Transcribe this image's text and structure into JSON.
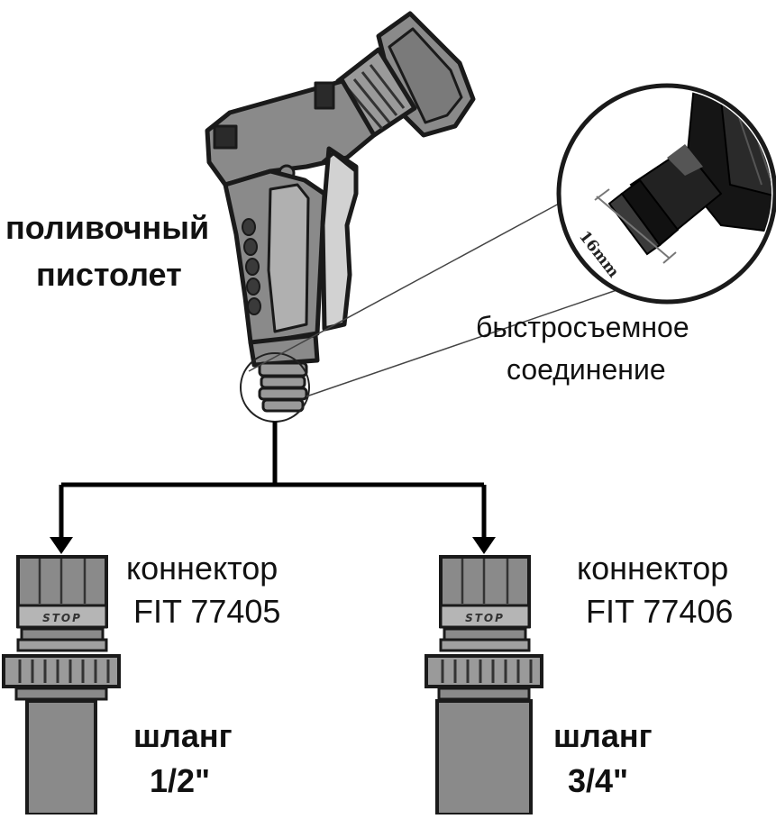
{
  "gun_label": {
    "line1": "поливочный",
    "line2": "пистолет"
  },
  "quick_connect_label": {
    "line1": "быстросъемное",
    "line2": "соединение"
  },
  "inset_dimension": "16mm",
  "connector_left": {
    "line1": "коннектор",
    "line2": "FIT 77405",
    "stop_text": "STOP",
    "hose_word": "шланг",
    "hose_size": "1/2\""
  },
  "connector_right": {
    "line1": "коннектор",
    "line2": "FIT 77406",
    "stop_text": "STOP",
    "hose_word": "шланг",
    "hose_size": "3/4\""
  },
  "colors": {
    "line": "#000000",
    "body_gray": "#8a8a8a",
    "dark_gray": "#5a5a5a",
    "light_gray": "#c8c8c8",
    "trigger": "#d2d2d2",
    "text": "#111111"
  }
}
